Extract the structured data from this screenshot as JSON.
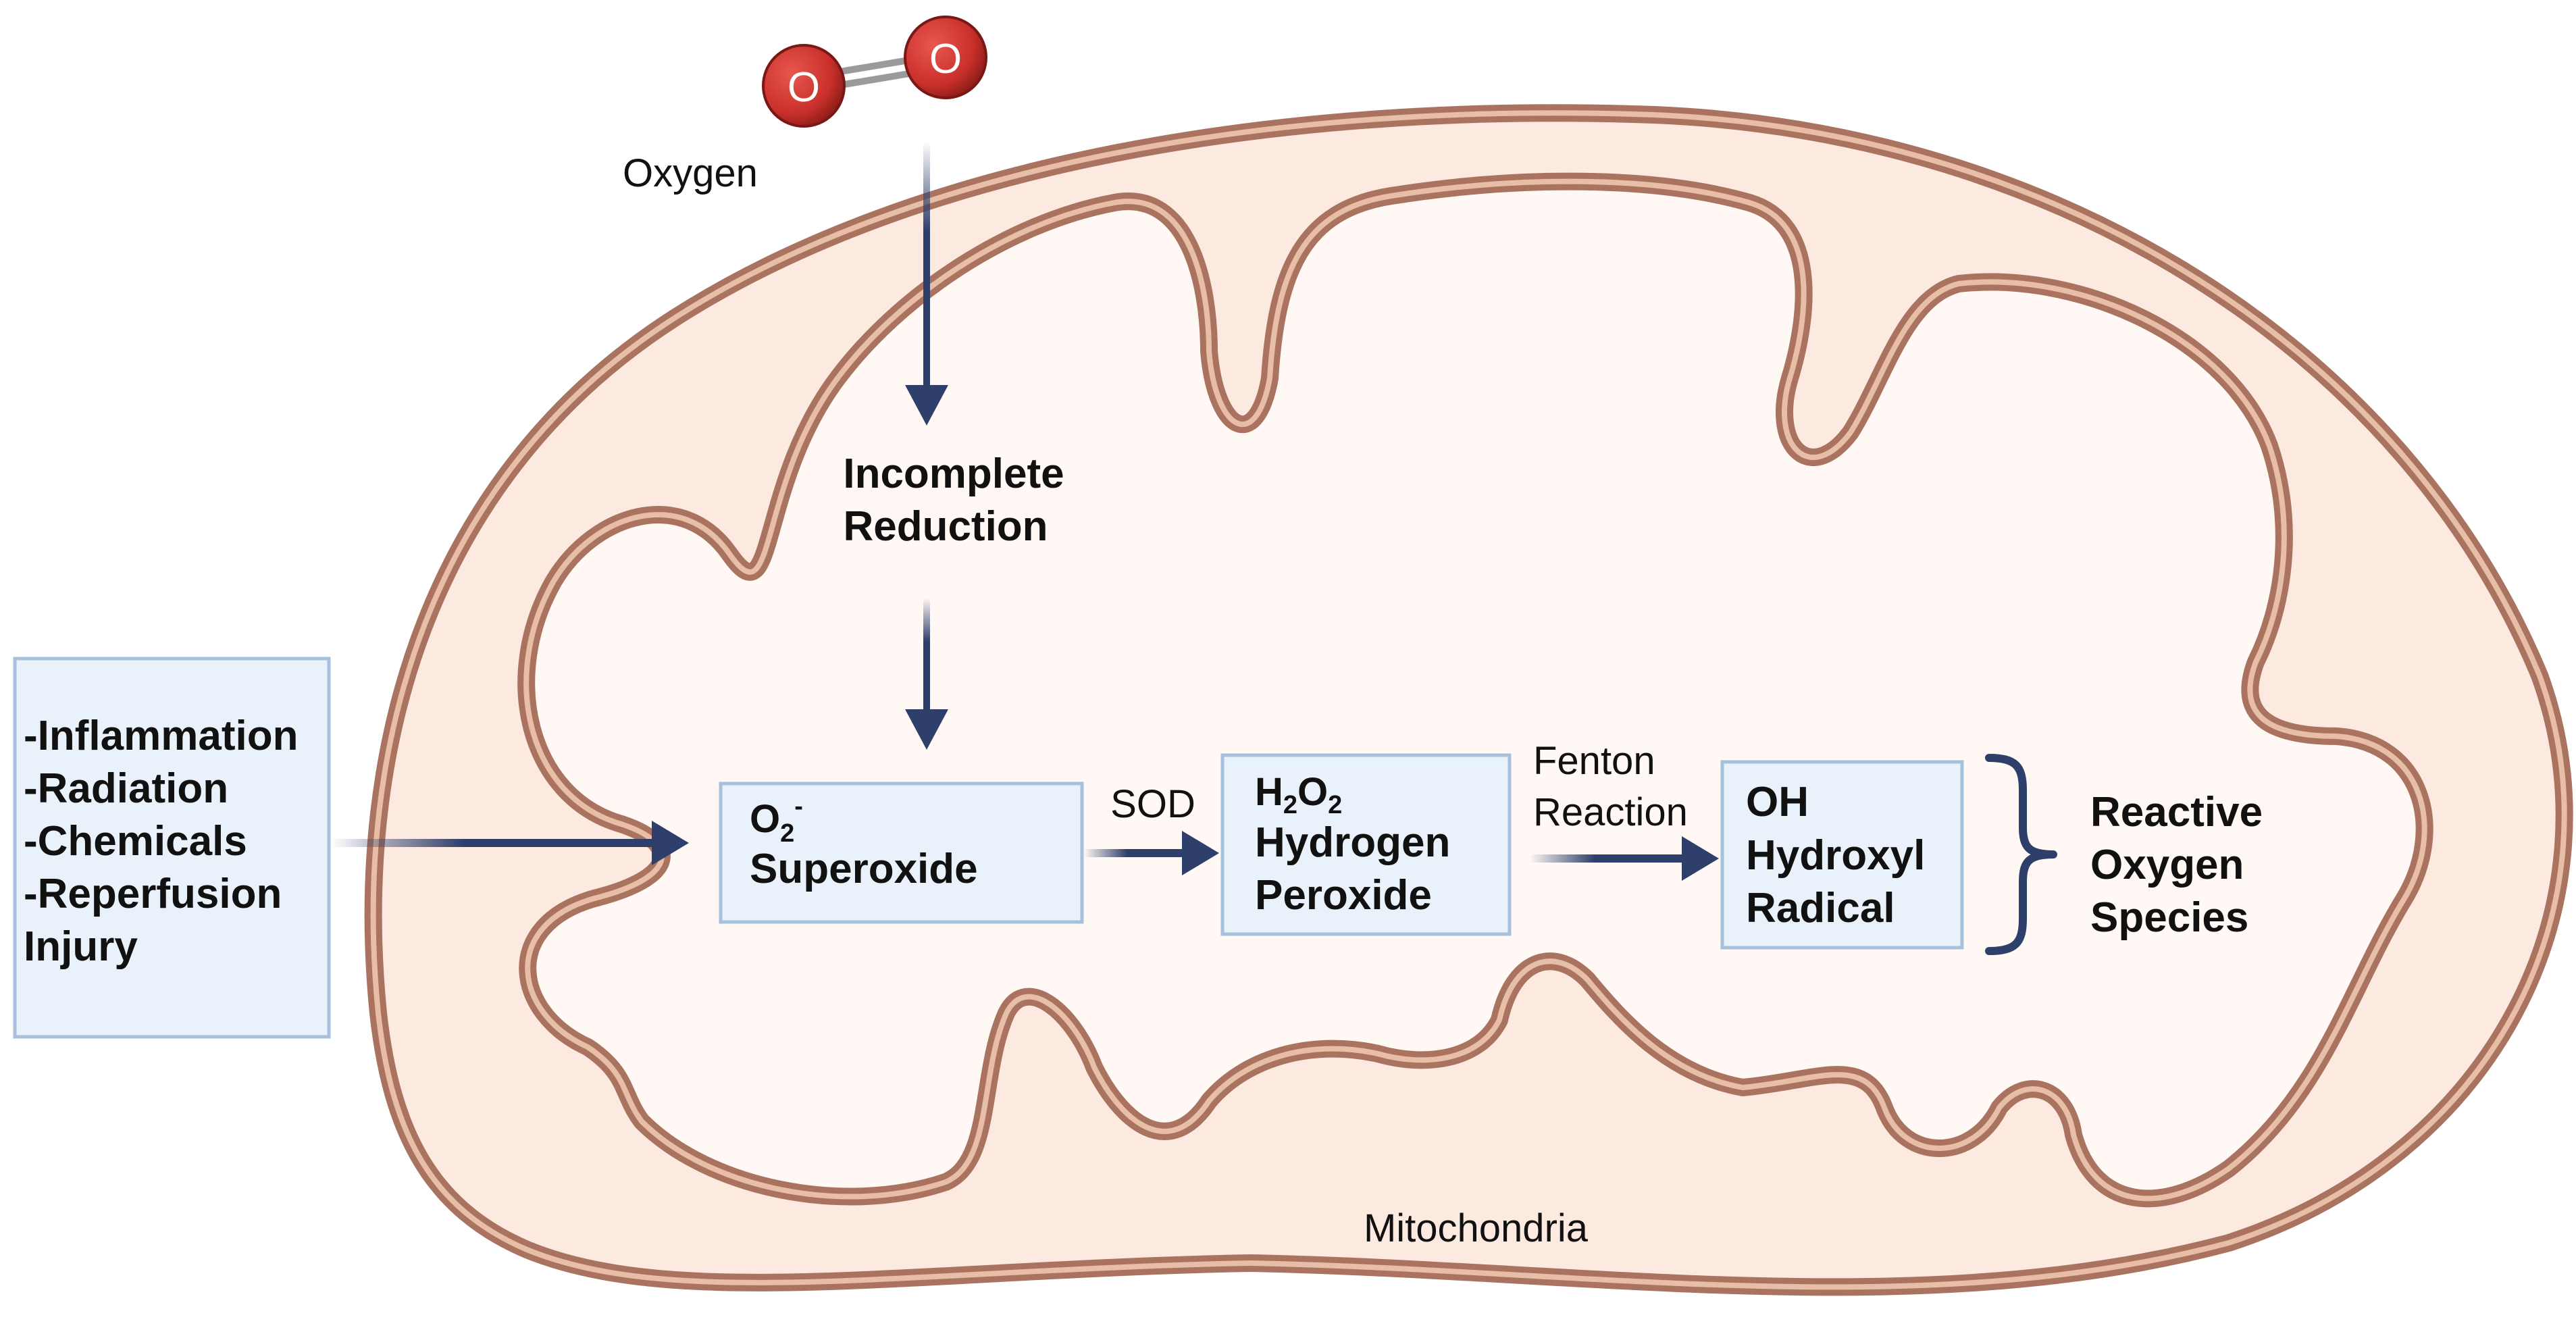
{
  "colors": {
    "membrane": "#a9735f",
    "membrane_inner": "#e8bea6",
    "intermembrane": "#fce9df",
    "matrix": "#fff8f4",
    "box_fill": "#e9f1fa",
    "box_stroke": "#a7c0dc",
    "arrow": "#2f3f6c",
    "oxygen_atom": "#c9302b"
  },
  "icons": {
    "oxygen_molecule": "oxygen-molecule-icon"
  },
  "labels": {
    "oxygen": "Oxygen",
    "incomplete_line1": "Incomplete",
    "incomplete_line2": "Reduction",
    "mitochondria": "Mitochondria",
    "sod": "SOD",
    "fenton_line1": "Fenton",
    "fenton_line2": "Reaction",
    "ros_line1": "Reactive",
    "ros_line2": "Oxygen",
    "ros_line3": "Species"
  },
  "causes": [
    "-Inflammation",
    "-Radiation",
    "-Chemicals",
    "-Reperfusion",
    "Injury"
  ],
  "oxygen_atoms": [
    "O",
    "O"
  ],
  "superoxide": {
    "formula_base": "O",
    "formula_sub": "2",
    "formula_sup": "-",
    "name": "Superoxide"
  },
  "peroxide": {
    "f1": "H",
    "s1": "2",
    "f2": "O",
    "s2": "2",
    "name1": "Hydrogen",
    "name2": "Peroxide"
  },
  "hydroxyl": {
    "formula": "OH",
    "name1": "Hydroxyl",
    "name2": "Radical"
  }
}
